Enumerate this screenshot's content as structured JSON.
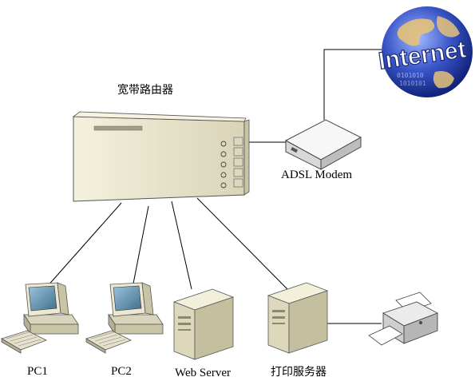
{
  "labels": {
    "router": "宽带路由器",
    "modem": "ADSL Modem",
    "pc1": "PC1",
    "pc2": "PC2",
    "web_server": "Web Server",
    "print_server": "打印服务器",
    "internet": "Internet"
  },
  "nodes": [
    {
      "id": "internet",
      "icon": "globe-icon"
    },
    {
      "id": "router",
      "icon": "router-icon"
    },
    {
      "id": "modem",
      "icon": "modem-icon"
    },
    {
      "id": "pc1",
      "icon": "desktop-pc-icon"
    },
    {
      "id": "pc2",
      "icon": "desktop-pc-icon"
    },
    {
      "id": "web_server",
      "icon": "tower-server-icon"
    },
    {
      "id": "print_server",
      "icon": "tower-server-icon"
    },
    {
      "id": "printer",
      "icon": "printer-icon"
    }
  ],
  "edges": [
    [
      "modem",
      "internet"
    ],
    [
      "router",
      "modem"
    ],
    [
      "router",
      "pc1"
    ],
    [
      "router",
      "pc2"
    ],
    [
      "router",
      "web_server"
    ],
    [
      "router",
      "print_server"
    ],
    [
      "print_server",
      "printer"
    ]
  ],
  "colors": {
    "device_body": "#e8e4cc",
    "device_shade": "#c9c4a6",
    "globe_blue": "#3a56c8",
    "globe_land": "#e6c27a",
    "screen": "#5f8aa8"
  }
}
